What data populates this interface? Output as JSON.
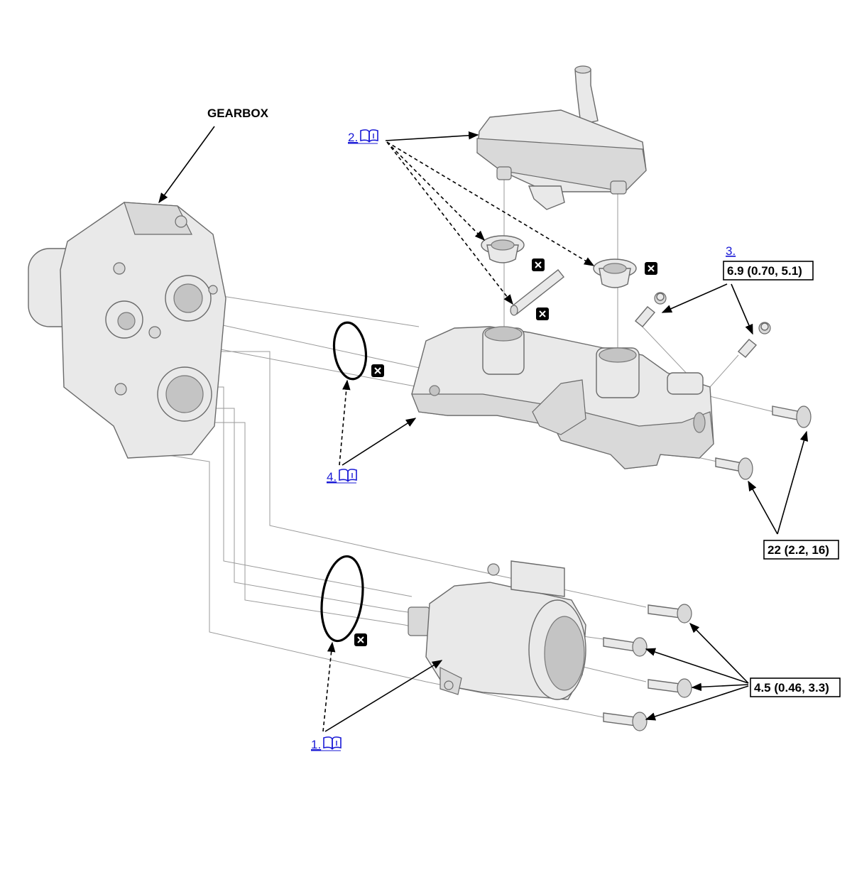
{
  "labels": {
    "gearbox": "GEARBOX"
  },
  "refs": {
    "ref1": "1.",
    "ref2": "2.",
    "ref3": "3.",
    "ref4": "4."
  },
  "torque": {
    "t_6_9": "6.9 (0.70, 5.1)",
    "t_22": "22 (2.2, 16)",
    "t_4_5": "4.5 (0.46, 3.3)"
  },
  "icons": {
    "book": "service-manual-book-icon",
    "replace": "replace-part-icon"
  },
  "colors": {
    "link": "#1a1ad6",
    "part_fill": "#e9e9e9",
    "line": "#000000"
  }
}
